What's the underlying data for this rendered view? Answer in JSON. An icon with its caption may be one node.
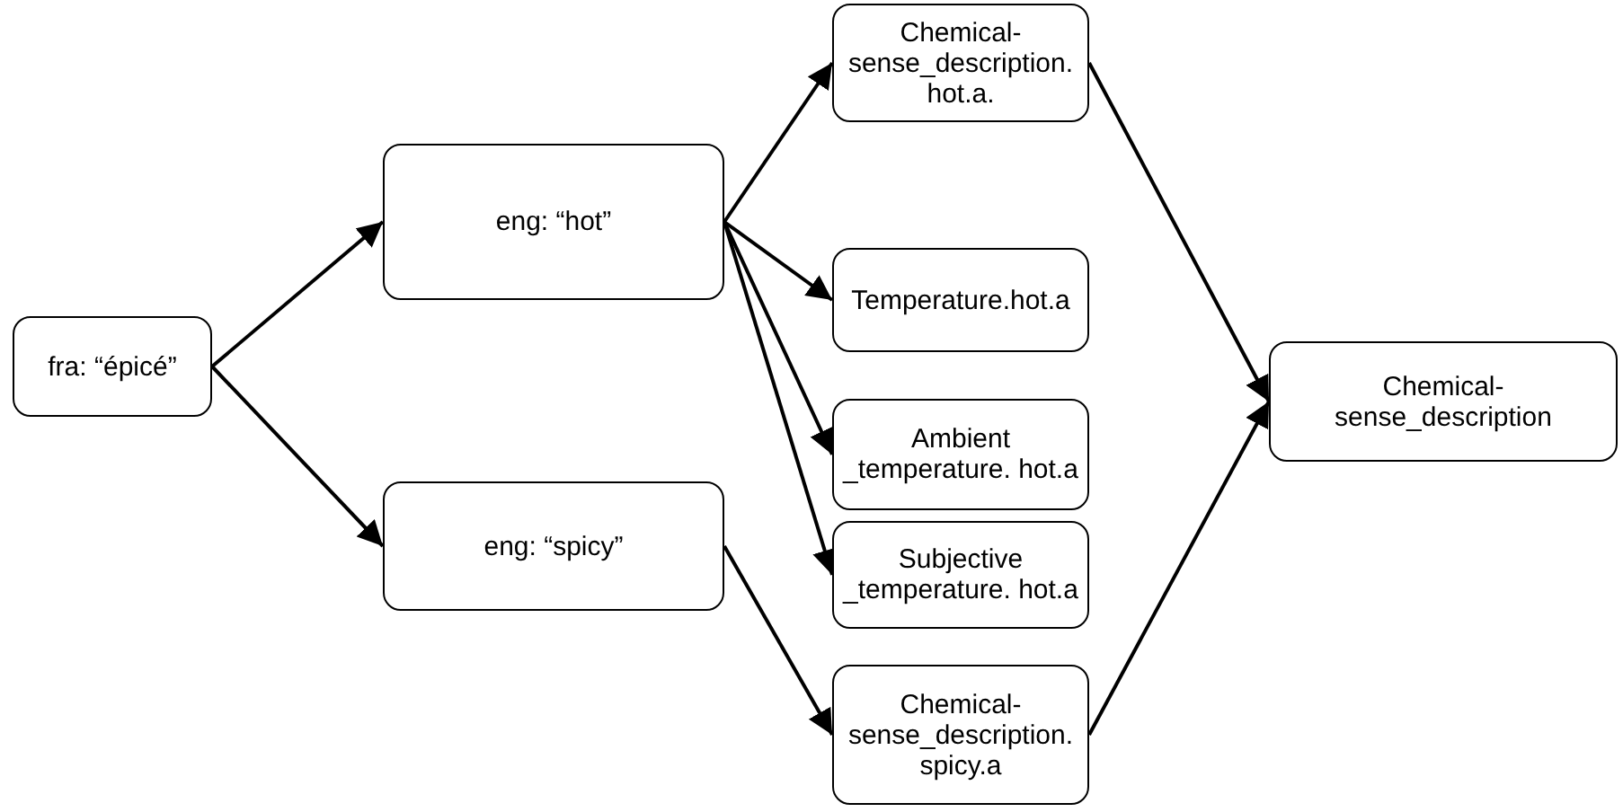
{
  "diagram": {
    "nodes": [
      {
        "text": [
          "fra: “épicé”"
        ]
      },
      {
        "text": [
          "eng: “hot”"
        ]
      },
      {
        "text": [
          "eng: “spicy”"
        ]
      },
      {
        "text": [
          "Chemical-sense_description. hot.a."
        ]
      },
      {
        "text": [
          "Temperature.hot.a"
        ]
      },
      {
        "text": [
          "Ambient _temperature. hot.a"
        ]
      },
      {
        "text": [
          "Subjective _temperature. hot.a"
        ]
      },
      {
        "text": [
          "Chemical-sense_description. spicy.a"
        ]
      },
      {
        "text": [
          "Chemical-sense_description"
        ]
      }
    ],
    "edges": [
      {
        "from": 0,
        "to": 1,
        "arrow": "to"
      },
      {
        "from": 0,
        "to": 2,
        "arrow": "to"
      },
      {
        "from": 1,
        "to": 3,
        "arrow": "to"
      },
      {
        "from": 1,
        "to": 4,
        "arrow": "to"
      },
      {
        "from": 1,
        "to": 5,
        "arrow": "to"
      },
      {
        "from": 1,
        "to": 6,
        "arrow": "to"
      },
      {
        "from": 2,
        "to": 7,
        "arrow": "to"
      },
      {
        "from": 3,
        "to": 8,
        "arrow": "to"
      },
      {
        "from": 7,
        "to": 8,
        "arrow": "to"
      }
    ]
  }
}
